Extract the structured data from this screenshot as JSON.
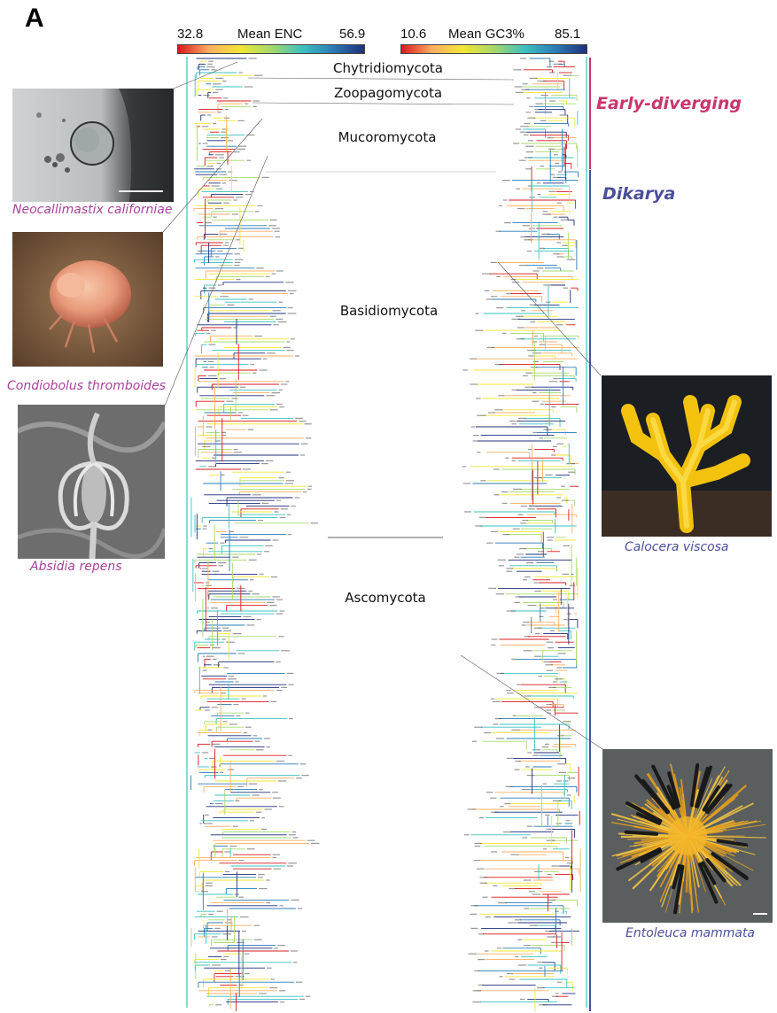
{
  "panel_label": "A",
  "colorbars": {
    "enc": {
      "min": "32.8",
      "title": "Mean ENC",
      "max": "56.9",
      "gradient": [
        "#d7191c",
        "#fdae61",
        "#f2e635",
        "#a6d96a",
        "#3ec0c0",
        "#2c7bb6",
        "#1f2f7a"
      ]
    },
    "gc3": {
      "min": "10.6",
      "title": "Mean GC3%",
      "max": "85.1",
      "gradient": [
        "#d7191c",
        "#fdae61",
        "#f2e635",
        "#a6d96a",
        "#3ec0c0",
        "#2c7bb6",
        "#1f2f7a"
      ]
    }
  },
  "clades": {
    "chytridiomycota": "Chytridiomycota",
    "zoopagomycota": "Zoopagomycota",
    "mucoromycota": "Mucoromycota",
    "basidiomycota": "Basidiomycota",
    "ascomycota": "Ascomycota"
  },
  "groups": {
    "early": {
      "label": "Early-diverging",
      "color": "#c8366e"
    },
    "dikarya": {
      "label": "Dikarya",
      "color": "#4a4f9a"
    }
  },
  "species": {
    "neocallimastix": "Neocallimastix californiae",
    "condiobolus": "Condiobolus thromboides",
    "absidia": "Absidia repens",
    "calocera": "Calocera viscosa",
    "entoleuca": "Entoleuca mammata"
  },
  "caption_colors": {
    "early": "#a8439a",
    "dikarya": "#4a4f9a"
  }
}
